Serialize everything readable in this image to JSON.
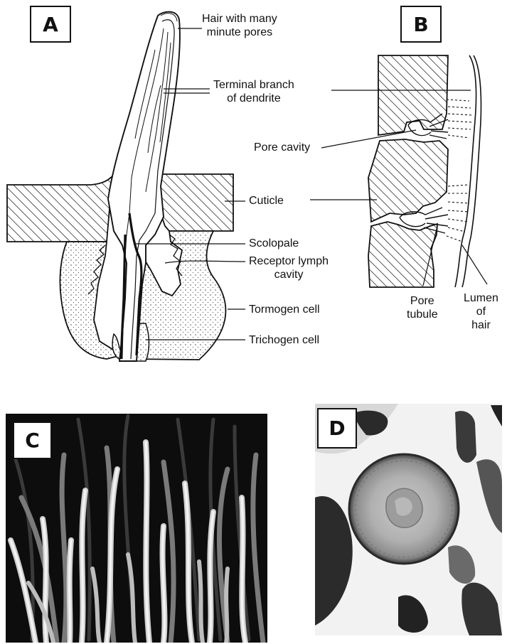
{
  "panels": {
    "a": {
      "letter": "A",
      "labels": {
        "hair": [
          "Hair with many",
          "minute pores"
        ],
        "terminal": [
          "Terminal branch",
          "of dendrite"
        ],
        "cuticle": "Cuticle",
        "scolopale": "Scolopale",
        "lymph": [
          "Receptor lymph",
          "cavity"
        ],
        "tormogen": "Tormogen cell",
        "trichogen": "Trichogen cell"
      }
    },
    "b": {
      "letter": "B",
      "labels": {
        "pore_cavity": "Pore cavity",
        "pore_tubule": [
          "Pore",
          "tubule"
        ],
        "lumen": [
          "Lumen",
          "of",
          "hair"
        ]
      }
    },
    "c": {
      "letter": "C"
    },
    "d": {
      "letter": "D"
    }
  },
  "colors": {
    "ink": "#111111",
    "sem_background": "#0d0d0d",
    "hair_light": "#e9e9e9",
    "micro_background": "#f2f2f2"
  }
}
